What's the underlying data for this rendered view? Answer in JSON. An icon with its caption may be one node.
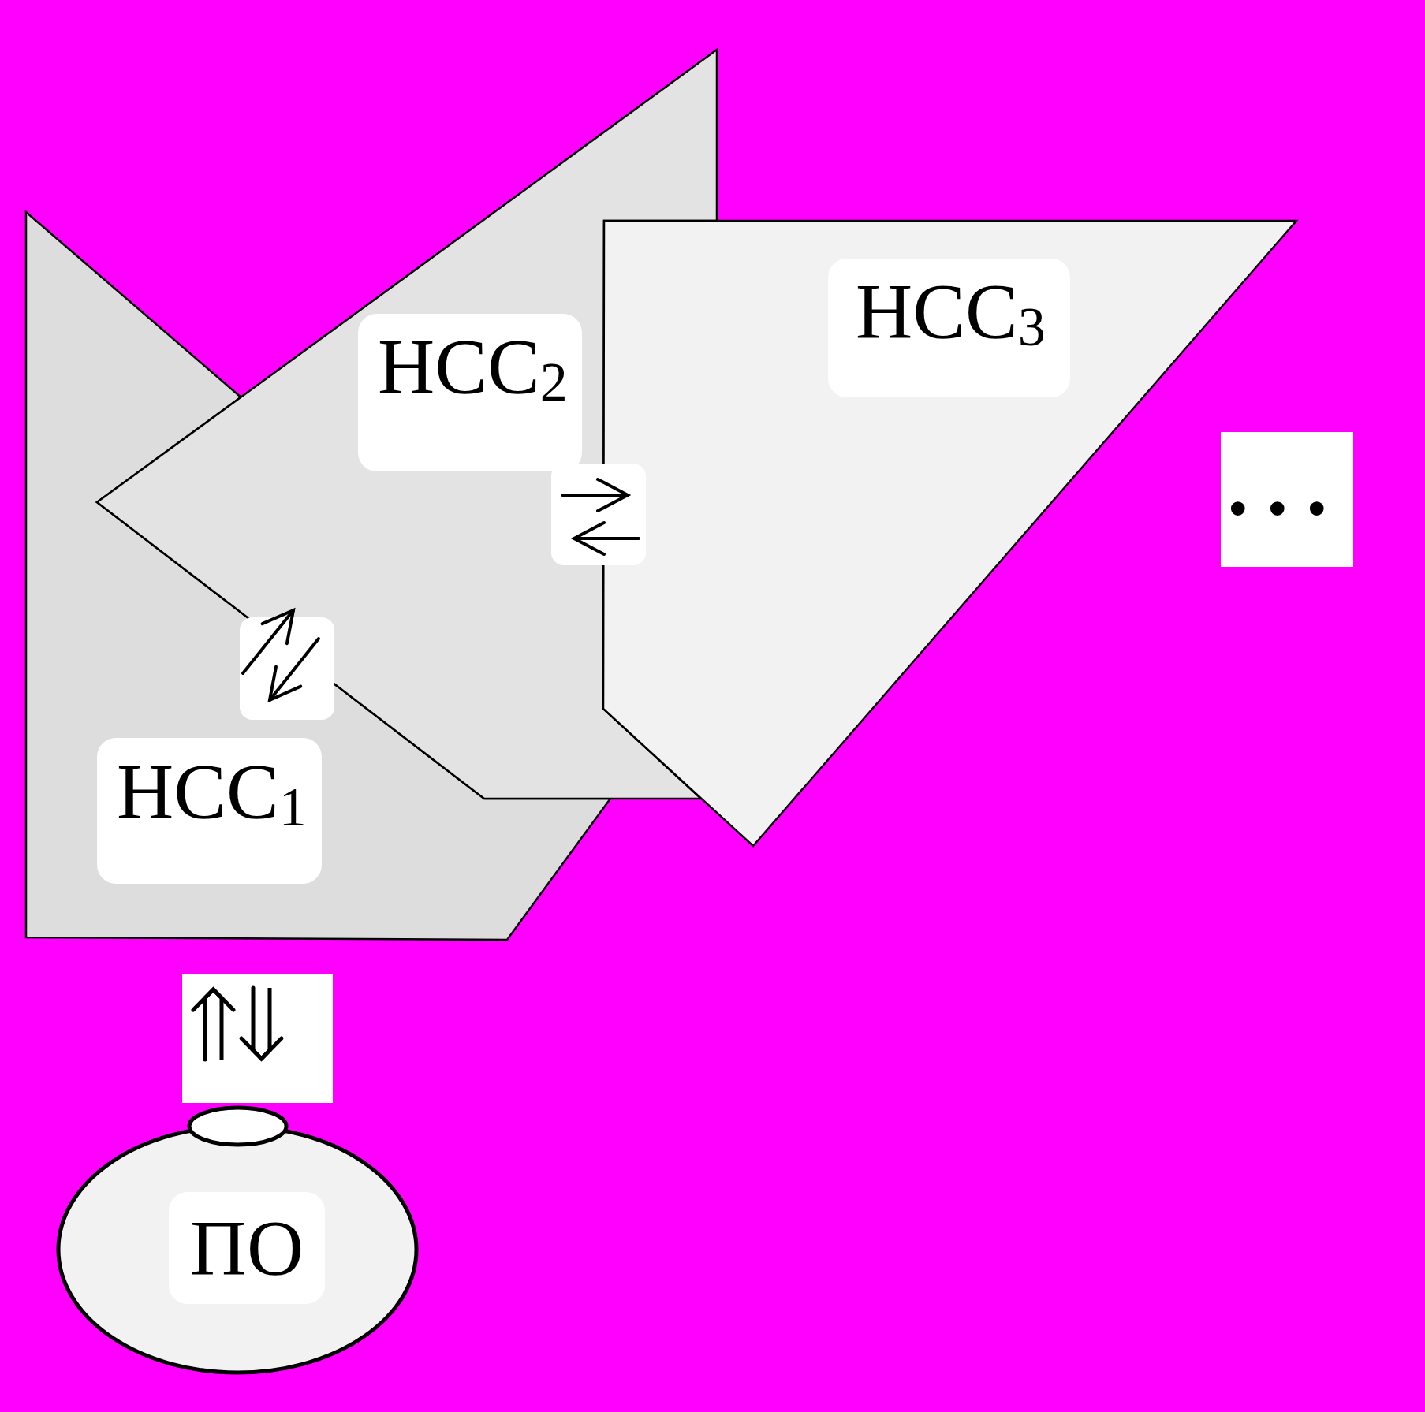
{
  "diagram": {
    "nodes": [
      {
        "text": [
          "НСС$_{1}$"
        ]
      },
      {
        "text": [
          "НСС$_{2}$"
        ]
      },
      {
        "text": [
          "НСС$_{3}$"
        ]
      },
      {
        "text": [
          "..."
        ]
      },
      {
        "text": [
          "ПО"
        ]
      }
    ],
    "edges": [
      {
        "from": 0,
        "to": 1,
        "arrow": "to"
      },
      {
        "from": 1,
        "to": 0,
        "arrow": "to"
      },
      {
        "from": 1,
        "to": 2,
        "arrow": "to"
      },
      {
        "from": 2,
        "to": 1,
        "arrow": "to"
      },
      {
        "from": 4,
        "to": 0,
        "arrow": "to"
      },
      {
        "from": 0,
        "to": 4,
        "arrow": "to"
      }
    ]
  }
}
